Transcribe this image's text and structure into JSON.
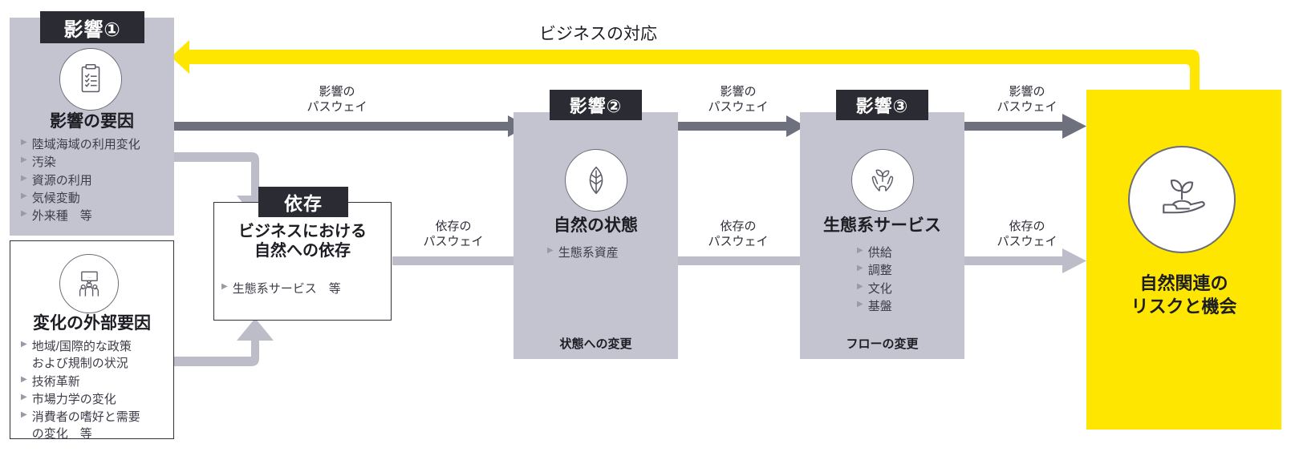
{
  "diagram": {
    "top_label": "ビジネスの対応",
    "colors": {
      "panel_grey": "#c3c4cf",
      "tag_dark": "#2b2b33",
      "arrow_dark": "#6f707e",
      "arrow_light": "#bcbdc9",
      "accent_yellow": "#ffe600",
      "text_dark": "#1d1d24"
    }
  },
  "impact1": {
    "tag": "影響①",
    "icon": "clipboard-checklist-icon",
    "title": "影響の要因",
    "bullets": [
      "陸域海域の利用変化",
      "汚染",
      "資源の利用",
      "気候変動",
      "外来種　等"
    ]
  },
  "external": {
    "icon": "people-speech-icon",
    "title": "変化の外部要因",
    "bullets": [
      "地域/国際的な政策\nおよび規制の状況",
      "技術革新",
      "市場力学の変化",
      "消費者の嗜好と需要\nの変化　等"
    ]
  },
  "dependency": {
    "tag": "依存",
    "title": "ビジネスにおける\n自然への依存",
    "bullets": [
      "生態系サービス　等"
    ]
  },
  "impact2": {
    "tag": "影響②",
    "icon": "leaf-icon",
    "title": "自然の状態",
    "bullets": [
      "生態系資産"
    ],
    "footnote": "状態への変更"
  },
  "impact3": {
    "tag": "影響③",
    "icon": "hands-plant-icon",
    "title": "生態系サービス",
    "bullets": [
      "供給",
      "調整",
      "文化",
      "基盤"
    ],
    "footnote": "フローの変更"
  },
  "outcome": {
    "icon": "hand-seedling-icon",
    "title": "自然関連の\nリスクと機会"
  },
  "arrow_labels": {
    "impact_pathway_1": "影響の\nパスウェイ",
    "impact_pathway_2": "影響の\nパスウェイ",
    "impact_pathway_3": "影響の\nパスウェイ",
    "dependency_pathway_1": "依存の\nパスウェイ",
    "dependency_pathway_2": "依存の\nパスウェイ",
    "dependency_pathway_3": "依存の\nパスウェイ"
  }
}
